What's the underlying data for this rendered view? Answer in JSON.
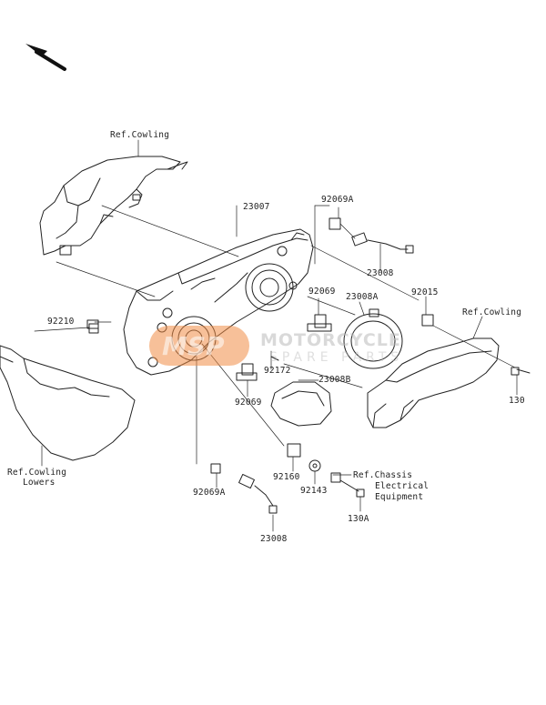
{
  "labels": {
    "ref_cowling_top": "Ref.Cowling",
    "p23007": "23007",
    "p92069A_top": "92069A",
    "p23008_top": "23008",
    "p92069": "92069",
    "p23008A": "23008A",
    "p92015": "92015",
    "ref_cowling_right": "Ref.Cowling",
    "p92210": "92210",
    "p92172": "92172",
    "p23008B": "23008B",
    "p92069_lower": "92069",
    "p130": "130",
    "ref_cowling_lowers_line1": "Ref.Cowling",
    "ref_cowling_lowers_line2": "Lowers",
    "p92160": "92160",
    "p92069A_bottom": "92069A",
    "p92143": "92143",
    "ref_chassis_line1": "Ref.Chassis",
    "ref_chassis_line2": "Electrical",
    "ref_chassis_line3": "Equipment",
    "p130A": "130A",
    "p23008_bottom": "23008"
  },
  "watermark": {
    "line1": "MOTORCYCLE",
    "line2": "SPARE PARTS",
    "badge": "MSP"
  },
  "colors": {
    "line": "#222222",
    "watermark_orange": "#f08c46"
  }
}
